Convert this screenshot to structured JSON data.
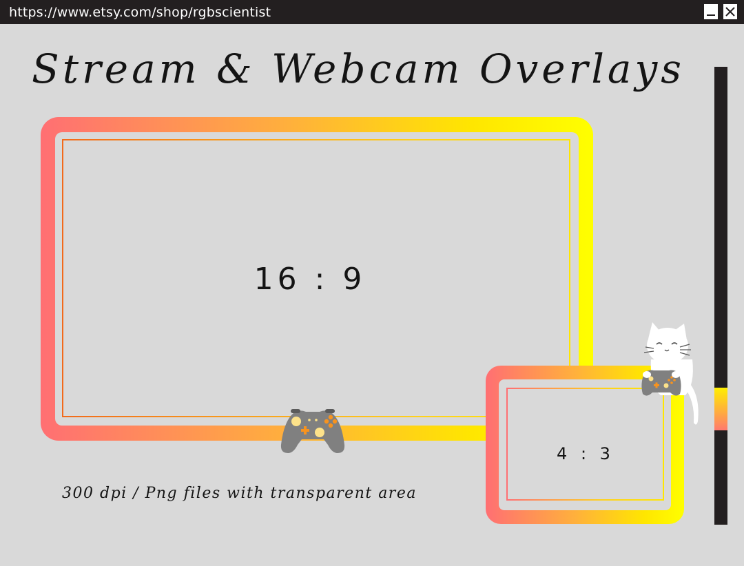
{
  "window": {
    "url": "https://www.etsy.com/shop/rgbscientist",
    "minimize_label": "_",
    "close_label": "✕"
  },
  "main": {
    "title": "Stream & Webcam Overlays",
    "frame_large": {
      "ratio_label": "16 : 9"
    },
    "frame_small": {
      "ratio_label": "4 : 3"
    },
    "footer_note": "300 dpi / Png files with transparent area"
  },
  "colors": {
    "gradient_start": "#ff6f73",
    "gradient_end": "#ffff00",
    "background": "#d9d9d9",
    "titlebar": "#231f20",
    "controller_body": "#808080",
    "controller_buttons": "#f7931e"
  },
  "icons": {
    "controller": "gamepad-icon",
    "cat": "cat-holding-gamepad-illustration",
    "close": "close-icon",
    "minimize": "minimize-icon"
  },
  "scrollbar": {
    "position_fraction": 0.7
  }
}
